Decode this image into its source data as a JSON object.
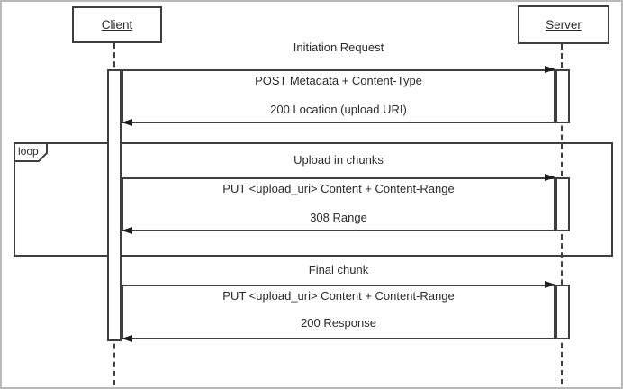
{
  "diagram": {
    "title_hint": "resumable upload sequence",
    "participants": [
      {
        "name": "Client"
      },
      {
        "name": "Server"
      }
    ],
    "loop": {
      "operator_label": "loop"
    },
    "interactions": [
      {
        "label": "Initiation Request",
        "request": "POST Metadata + Content-Type",
        "response": "200 Location (upload URI)"
      },
      {
        "label": "Upload in chunks",
        "request": "PUT <upload_uri> Content + Content-Range",
        "response": "308 Range"
      },
      {
        "label": "Final chunk",
        "request": "PUT <upload_uri> Content + Content-Range",
        "response": "200 Response"
      }
    ],
    "colors": {
      "line": "#3f3f3f",
      "arrowhead": "#1c1c1c",
      "text": "#2b2b2b",
      "outer_border": "#b9b9b9",
      "background": "#ffffff"
    }
  }
}
